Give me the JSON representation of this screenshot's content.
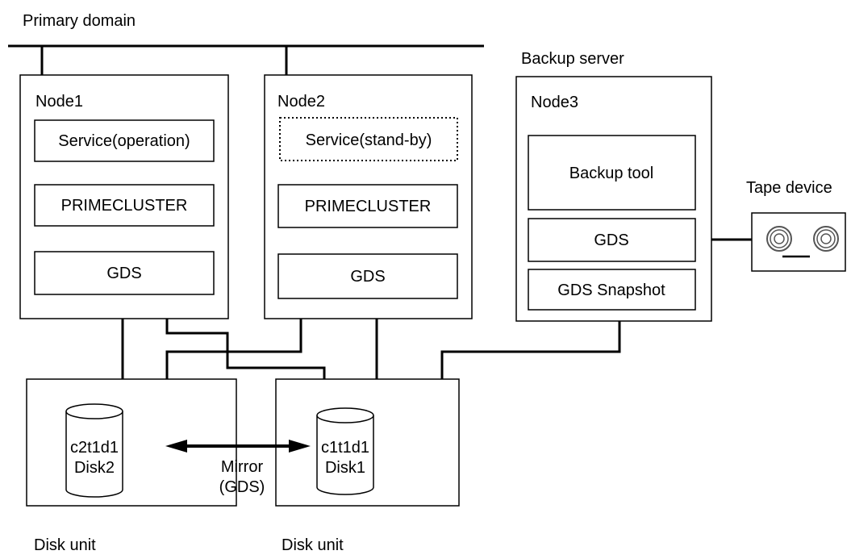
{
  "primary_domain": {
    "label": "Primary domain"
  },
  "node1": {
    "title": "Node1",
    "service": "Service(operation)",
    "cluster": "PRIMECLUSTER",
    "gds": "GDS"
  },
  "node2": {
    "title": "Node2",
    "service": "Service(stand-by)",
    "cluster": "PRIMECLUSTER",
    "gds": "GDS"
  },
  "backup_server": {
    "label": "Backup server",
    "node_title": "Node3",
    "backup_tool": "Backup tool",
    "gds": "GDS",
    "gds_snapshot": "GDS Snapshot"
  },
  "tape_device": {
    "label": "Tape device"
  },
  "disk_unit_left": {
    "label": "Disk unit",
    "disk_id": "c2t1d1",
    "disk_name": "Disk2"
  },
  "disk_unit_right": {
    "label": "Disk unit",
    "disk_id": "c1t1d1",
    "disk_name": "Disk1"
  },
  "mirror": {
    "line1": "Mirror",
    "line2": "(GDS)"
  }
}
